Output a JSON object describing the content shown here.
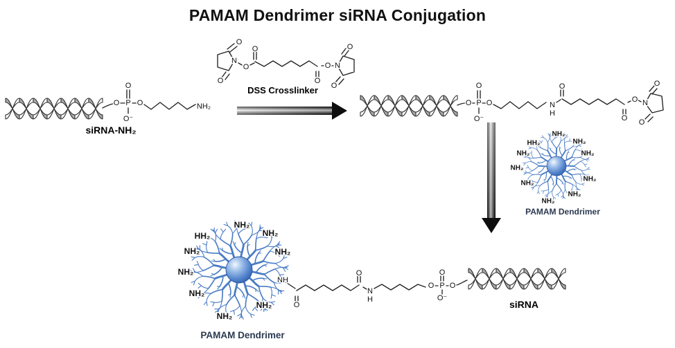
{
  "title": "PAMAM Dendrimer siRNA Conjugation",
  "labels": {
    "dss_crosslinker": "DSS Crosslinker",
    "sirna_nh2": "siRNA-NH₂",
    "pamam_dendrimer_small": "PAMAM Dendrimer",
    "pamam_dendrimer_large": "PAMAM Dendrimer",
    "sirna": "siRNA"
  },
  "atoms": {
    "o": "O",
    "o_minus": "O⁻",
    "p": "P",
    "n": "N",
    "h": "H",
    "nh": "NH",
    "nh2": "NH₂",
    "hh2": "HH₂"
  },
  "colors": {
    "dendrimer_arm": "#4a7cc5",
    "dendrimer_core_dark": "#2a55a0",
    "dendrimer_label_navy": "#2b3950",
    "bond_black": "#222222",
    "helix_gray": "#ababab",
    "arrow_dark": "#0e0e0e"
  }
}
